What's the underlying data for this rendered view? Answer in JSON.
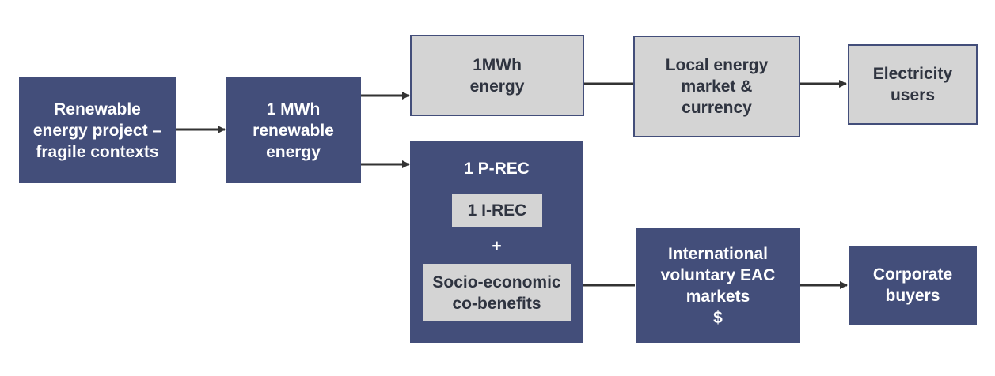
{
  "nodes": {
    "project": "Renewable\nenergy project –\nfragile contexts",
    "mwh_renewable": "1 MWh\nrenewable\nenergy",
    "mwh_energy": "1MWh\nenergy",
    "local_market": "Local energy\nmarket &\ncurrency",
    "electricity_users": "Electricity\nusers",
    "prec_title": "1 P-REC",
    "irec": "1 I-REC",
    "plus": "+",
    "cobenefits": "Socio-economic\nco-benefits",
    "international": "International\nvoluntary EAC\nmarkets\n$",
    "corporate": "Corporate\nbuyers"
  },
  "colors": {
    "dark_box": "#434e7a",
    "light_box": "#d4d4d4",
    "connector": "#333333"
  }
}
